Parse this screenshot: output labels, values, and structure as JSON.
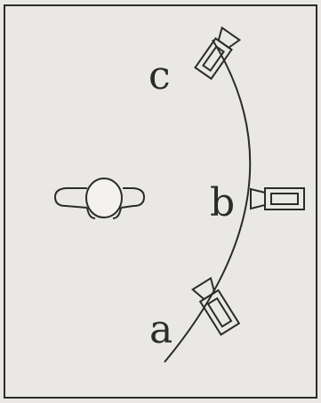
{
  "diagram": {
    "cameras": [
      {
        "id": "c",
        "label": "c"
      },
      {
        "id": "b",
        "label": "b"
      },
      {
        "id": "a",
        "label": "a"
      }
    ],
    "colors": {
      "background": "#e9e8e4",
      "line": "#2b2b2b",
      "text": "#2b2b2b"
    }
  }
}
